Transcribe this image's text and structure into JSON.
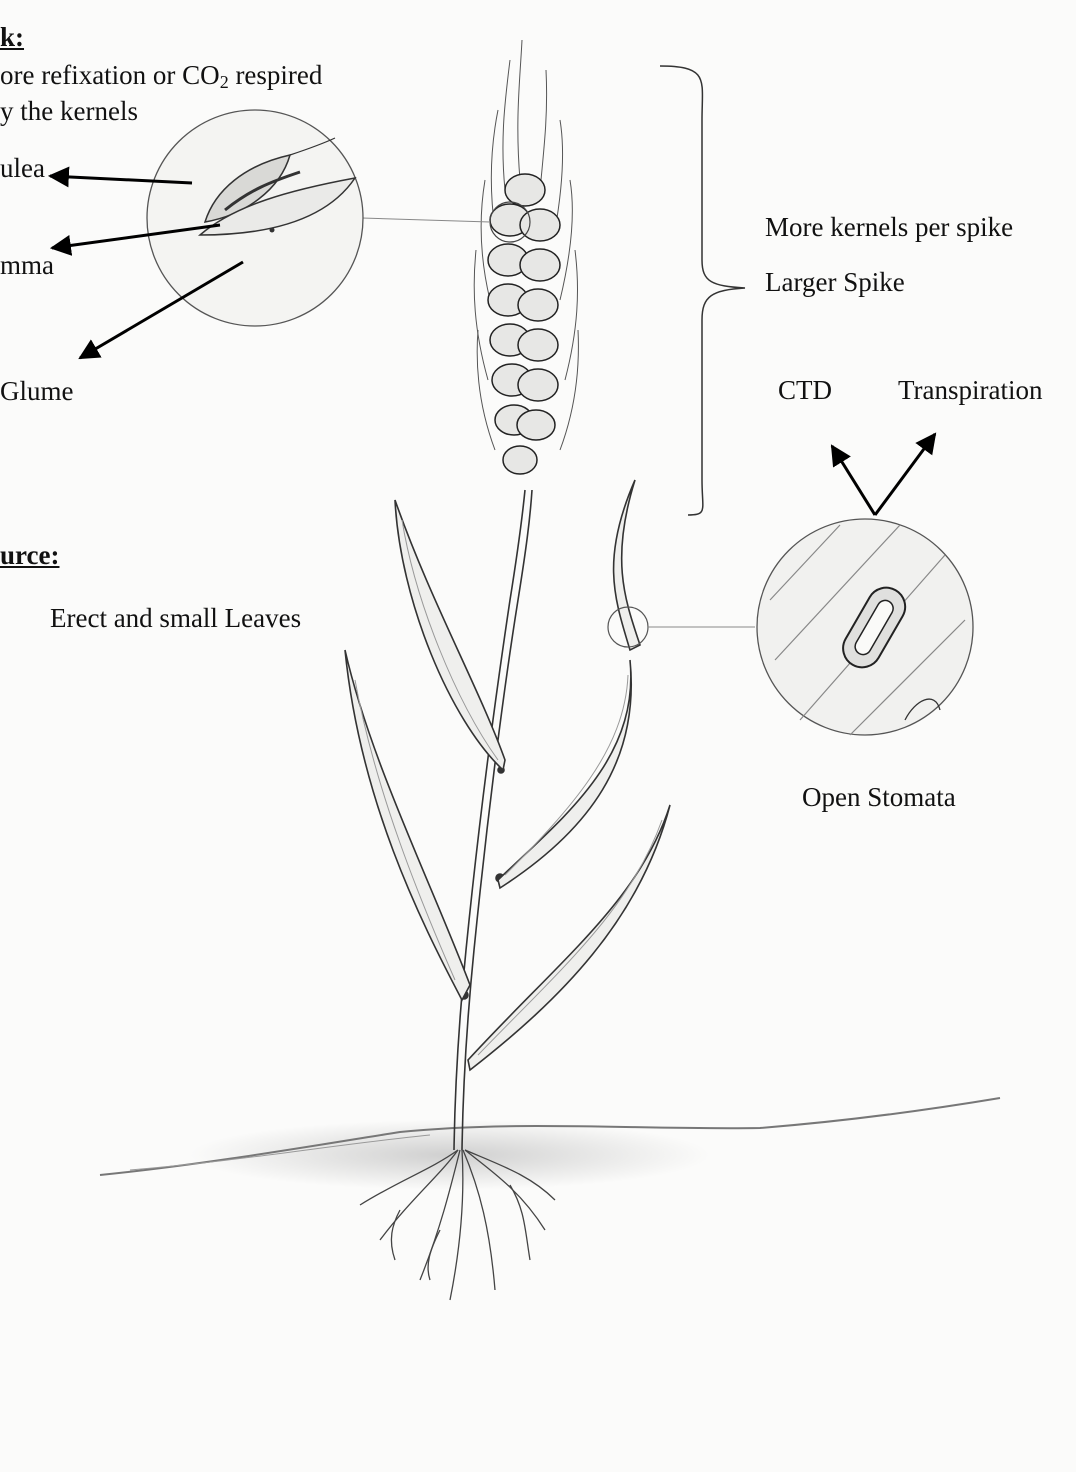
{
  "sink": {
    "heading": "k:",
    "line1_pre": "ore refixation or CO",
    "line1_sub": "2",
    "line1_post": " respired",
    "line2": "y the kernels"
  },
  "spikelet_labels": {
    "palea": "ulea",
    "lemma": "mma",
    "glume": "Glume"
  },
  "source": {
    "heading": "urce:",
    "leaves": "Erect and small Leaves"
  },
  "spike_traits": [
    "More kernels per spike",
    "Larger Spike"
  ],
  "stomata": {
    "ctd": "CTD",
    "transpiration": "Transpiration",
    "caption": "Open Stomata"
  }
}
